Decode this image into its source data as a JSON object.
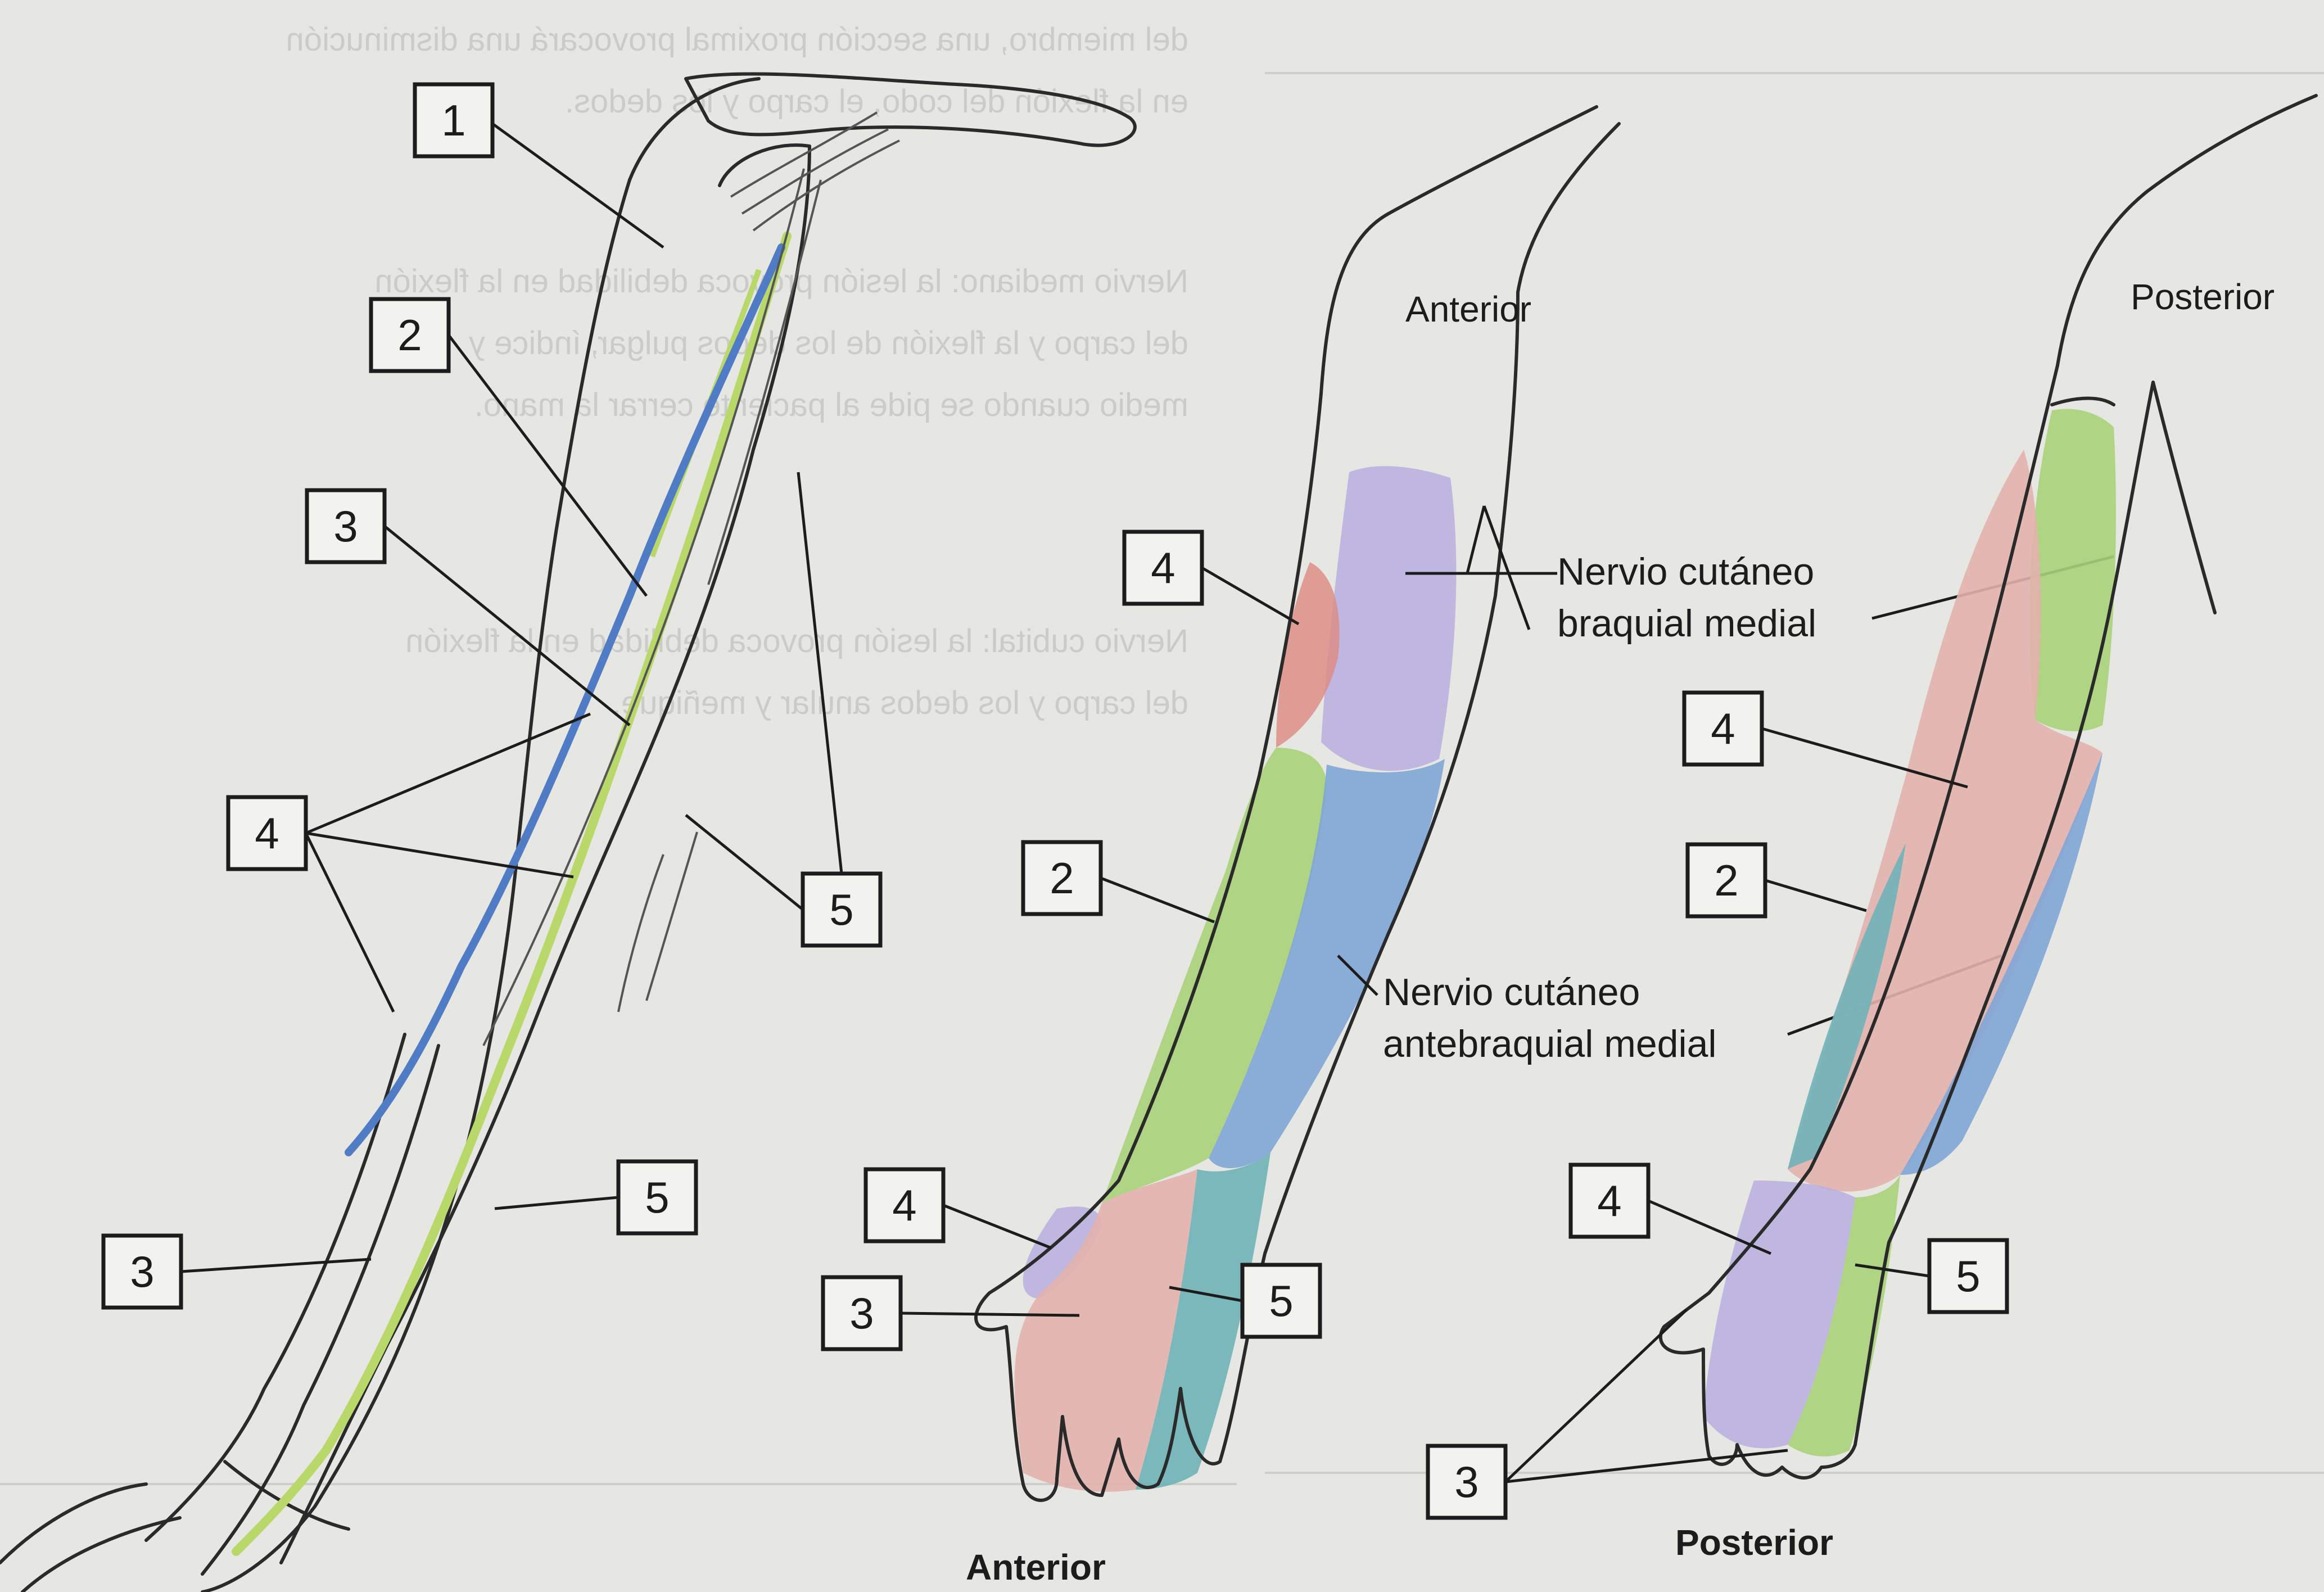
{
  "views": {
    "upper_anterior": "Anterior",
    "upper_posterior": "Posterior",
    "lower_anterior": "Anterior",
    "lower_posterior": "Posterior"
  },
  "nerve_labels": {
    "medial_brachial_line1": "Nervio cutáneo",
    "medial_brachial_line2": "braquial medial",
    "medial_antebrachial_line1": "Nervio cutáneo",
    "medial_antebrachial_line2": "antebraquial medial"
  },
  "callouts": {
    "n1": "1",
    "n2": "2",
    "n3": "3",
    "n4": "4",
    "n5": "5"
  },
  "region_colors": {
    "region_2_blue": "#7fa6d6",
    "region_3_pink": "#e2b3ad",
    "region_4_purple": "#b8aee0",
    "region_4_red": "#dc8e86",
    "region_5_teal": "#6fb3b8",
    "green": "#a9d17a",
    "nerve_green": "#b8d86a",
    "nerve_blue": "#4f7cc4"
  },
  "bleed_through_text": {
    "line1": "del miembro, una sección proximal provocará una disminución",
    "line2": "en la flexión del codo, el carpo y los dedos.",
    "line3": "Nervio mediano: la lesión provoca debilidad en la flexión",
    "line4": "del carpo y la flexión de los dedos pulgar, índice y",
    "line5": "medio cuando se pide al paciente cerrar la mano.",
    "line6": "Nervio cubital: la lesión provoca debilidad en la flexión",
    "line7": "del carpo y los dedos anular y meñique."
  }
}
